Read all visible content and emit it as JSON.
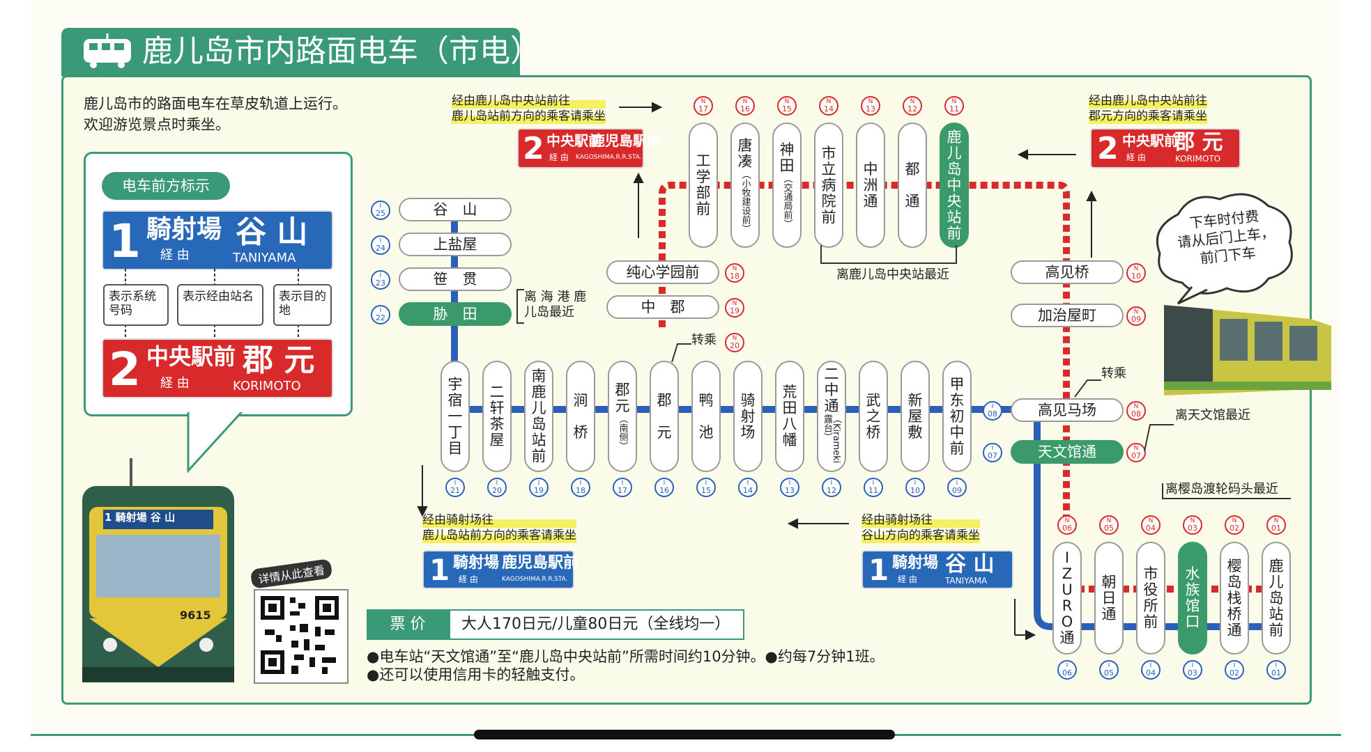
{
  "title": "鹿儿岛市内路面电车（市电）",
  "intro": [
    "鹿儿岛市的路面电车在草皮轨道上运行。",
    "欢迎游览景点时乘坐。"
  ],
  "sign_legend": {
    "tag": "电车前方标示",
    "callouts": [
      "表示系统号码",
      "表示经由站名",
      "表示目的地"
    ]
  },
  "signs": {
    "s1_taniyama": {
      "num": "1",
      "name": "騎射場",
      "via": "経 由",
      "dest": "谷 山",
      "roman": "TANIYAMA"
    },
    "s2_korimoto": {
      "num": "2",
      "name": "中央駅前",
      "via": "経 由",
      "dest": "郡 元",
      "roman": "KORIMOTO"
    },
    "s2_kagoshima": {
      "num": "2",
      "name": "中央駅前",
      "via": "経 由",
      "dest": "鹿児島駅前",
      "roman": "KAGOSHIMA.R.R.STA."
    },
    "s1_kagoshima": {
      "num": "1",
      "name": "騎射場",
      "via": "経 由",
      "dest": "鹿児島駅前",
      "roman": "KAGOSHIMA.R.R.STA."
    }
  },
  "notes": {
    "top_left": [
      "经由鹿儿岛中央站前往",
      "鹿儿岛站前方向的乘客请乘坐"
    ],
    "top_right": [
      "经由鹿儿岛中央站前往",
      "郡元方向的乘客请乘坐"
    ],
    "bottom_left": [
      "经由骑射场往",
      "鹿儿岛站前方向的乘客请乘坐"
    ],
    "bottom_mid": [
      "经由骑射场往",
      "谷山方向的乘客请乘坐"
    ],
    "near_port": [
      "离 海 港 鹿",
      "儿岛最近"
    ],
    "near_central": "离鹿儿岛中央站最近",
    "near_tenmonkan": "离天文馆最近",
    "near_ferry": "离樱岛渡轮码头最近",
    "transfer": "转乘",
    "bubble": [
      "下车时付费",
      "请从后门上车，",
      "前门下车"
    ]
  },
  "line1_branch": [
    {
      "name": "谷　山",
      "code": "25"
    },
    {
      "name": "上盐屋",
      "code": "24"
    },
    {
      "name": "笹　贯",
      "code": "23"
    },
    {
      "name": "胁　田",
      "code": "22",
      "highlight": true
    }
  ],
  "line1_main": [
    {
      "name": "宇宿一丁目",
      "code": "21"
    },
    {
      "name": "二轩茶屋",
      "code": "20"
    },
    {
      "name": "南鹿儿岛站前",
      "code": "19"
    },
    {
      "name": "涧　桥",
      "code": "18"
    },
    {
      "name": "郡元",
      "sub": "（南侧）",
      "code": "17"
    },
    {
      "name": "郡　元",
      "code": "16"
    },
    {
      "name": "鸭　池",
      "code": "15"
    },
    {
      "name": "骑射场",
      "code": "14"
    },
    {
      "name": "荒田八幡",
      "code": "13"
    },
    {
      "name": "二中通",
      "sub": "（Kirameki露台）",
      "code": "12"
    },
    {
      "name": "武之桥",
      "code": "11"
    },
    {
      "name": "新屋敷",
      "code": "10"
    },
    {
      "name": "甲东初中前",
      "code": "09"
    }
  ],
  "line2_top": [
    {
      "name": "工学部前",
      "code": "17"
    },
    {
      "name": "唐凑",
      "sub": "（小牧建设前）",
      "code": "16"
    },
    {
      "name": "神田",
      "sub": "（交通局前）",
      "code": "15"
    },
    {
      "name": "市立病院前",
      "code": "14"
    },
    {
      "name": "中洲通",
      "code": "13"
    },
    {
      "name": "都　通",
      "code": "12"
    },
    {
      "name": "鹿儿岛中央站前",
      "code": "11",
      "highlight": true
    }
  ],
  "line2_left": [
    {
      "name": "纯心学园前",
      "code": "18"
    },
    {
      "name": "中　郡",
      "code": "19"
    },
    {
      "name": "",
      "code": "20"
    }
  ],
  "line2_right": [
    {
      "name": "高见桥",
      "code": "10"
    },
    {
      "name": "加治屋町",
      "code": "09"
    },
    {
      "name": "高见马场",
      "code": "08",
      "i_code": "08"
    },
    {
      "name": "天文馆通",
      "code": "07",
      "i_code": "07",
      "highlight": true
    }
  ],
  "common_bottom": [
    {
      "name": "IZURO通",
      "code": "06"
    },
    {
      "name": "朝日通",
      "code": "05"
    },
    {
      "name": "市役所前",
      "code": "04"
    },
    {
      "name": "水族馆口",
      "code": "03",
      "highlight": true
    },
    {
      "name": "樱岛栈桥通",
      "code": "02"
    },
    {
      "name": "鹿儿岛站前",
      "code": "01"
    }
  ],
  "fare": {
    "label": "票 价",
    "value": "大人170日元/儿童80日元（全线均一）"
  },
  "footnotes": [
    "●电车站“天文馆通”至“鹿儿岛中央站前”所需时间约10分钟。●约每7分钟1班。",
    "●还可以使用信用卡的轻触支付。"
  ],
  "qr_label": "详情从此查看",
  "tram_number": "9615",
  "colors": {
    "line1": "#2a60b8",
    "line2": "#d82a2a",
    "green": "#3a9a78",
    "highlight": "#f4f060"
  },
  "badge_letters": {
    "line1": "I",
    "line2": "N"
  }
}
